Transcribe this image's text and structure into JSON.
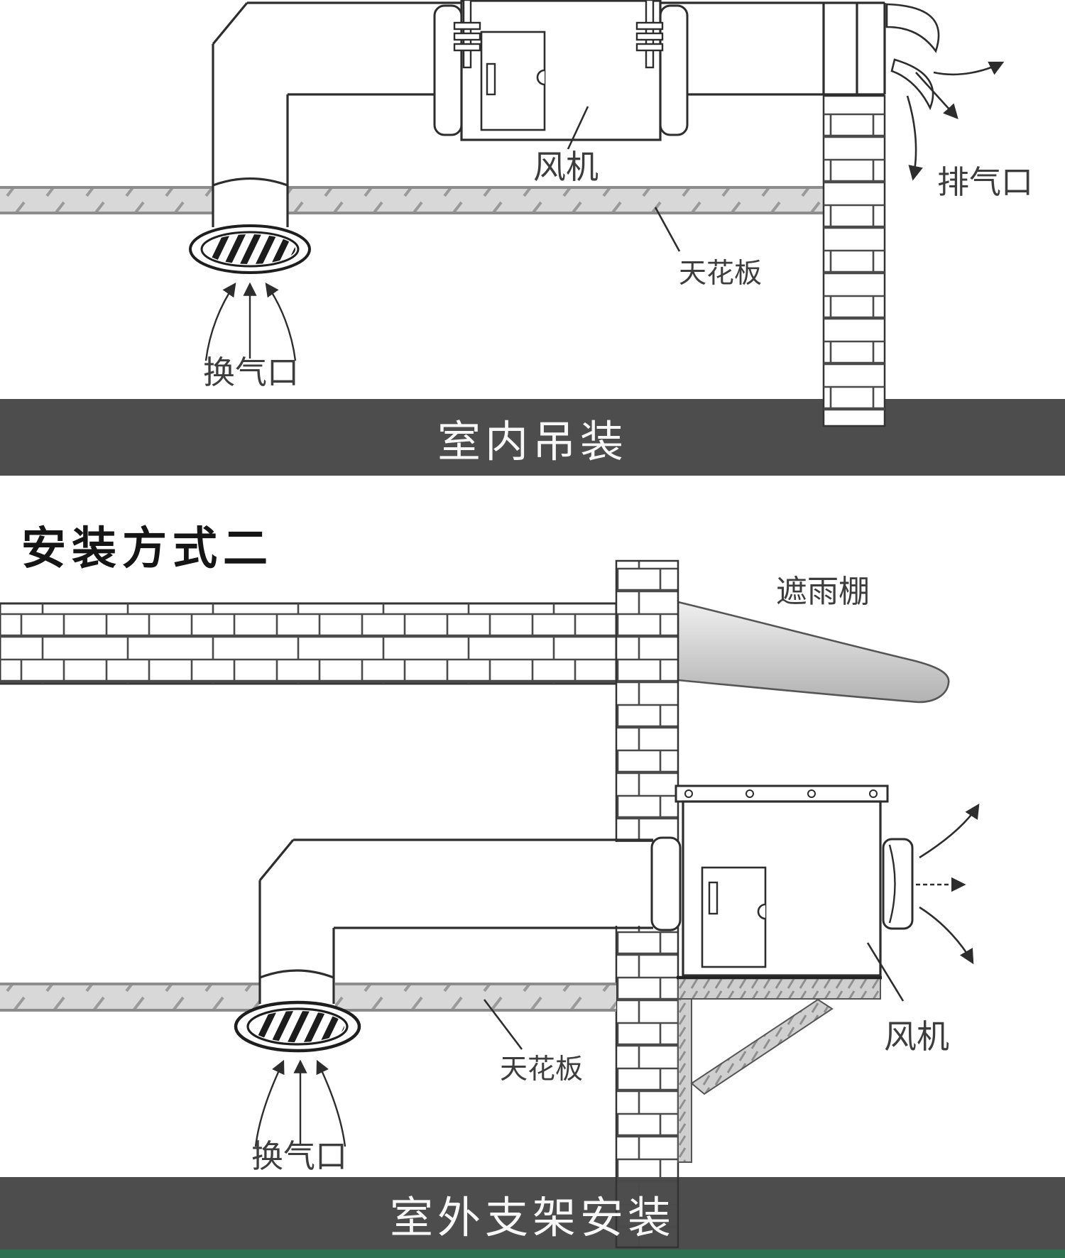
{
  "heading": "安装方式二",
  "diagram1": {
    "caption": "室内吊装",
    "labels": {
      "fan": "风机",
      "exhaust_outlet": "排气口",
      "ceiling": "天花板",
      "air_intake": "换气口"
    }
  },
  "diagram2": {
    "caption": "室外支架安装",
    "labels": {
      "rain_canopy": "遮雨棚",
      "ceiling": "天花板",
      "fan": "风机",
      "air_intake": "换气口"
    }
  },
  "colors": {
    "banner_bg": "#4d4d4d",
    "banner_text": "#f7f7f7",
    "line": "#2d2d2d",
    "ceiling_fill": "#d8d8d8",
    "canopy_light": "#ececec",
    "canopy_dark": "#b2b2b2",
    "accent_green": "#2f7050"
  }
}
